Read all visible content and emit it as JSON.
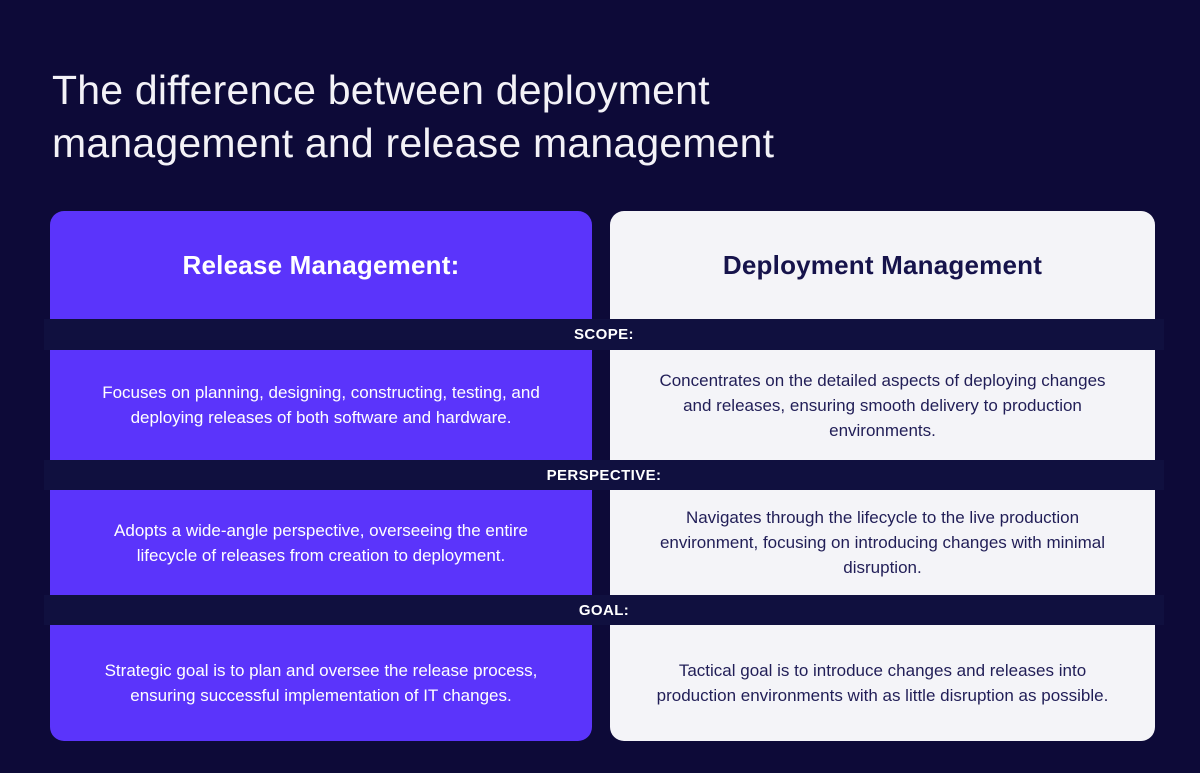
{
  "title": {
    "lines": [
      "The difference between deployment",
      "management and release management"
    ]
  },
  "comparison": {
    "left_header": "Release Management:",
    "right_header": "Deployment Management",
    "sections": [
      {
        "label": "SCOPE:",
        "release": "Focuses on planning, designing, constructing, testing, and deploying releases of both software and hardware.",
        "deployment": "Concentrates on the detailed aspects of deploying changes and releases, ensuring smooth delivery to production environments."
      },
      {
        "label": "PERSPECTIVE:",
        "release": "Adopts a wide-angle perspective, overseeing the entire lifecycle of releases from creation to deployment.",
        "deployment": "Navigates through the lifecycle to the live production environment, focusing on introducing changes with minimal disruption."
      },
      {
        "label": "GOAL:",
        "release": "Strategic goal is to plan and oversee the release process, ensuring successful implementation of IT changes.",
        "deployment": "Tactical goal is to introduce changes and releases into production environments with as little disruption as possible."
      }
    ]
  },
  "colors": {
    "background": "#0D0A38",
    "accent_purple": "#5B34FB",
    "card_light": "#F4F4F8",
    "band_navy": "#10103F",
    "text_light": "#FFFFFF",
    "text_dark_navy": "#16134B"
  }
}
